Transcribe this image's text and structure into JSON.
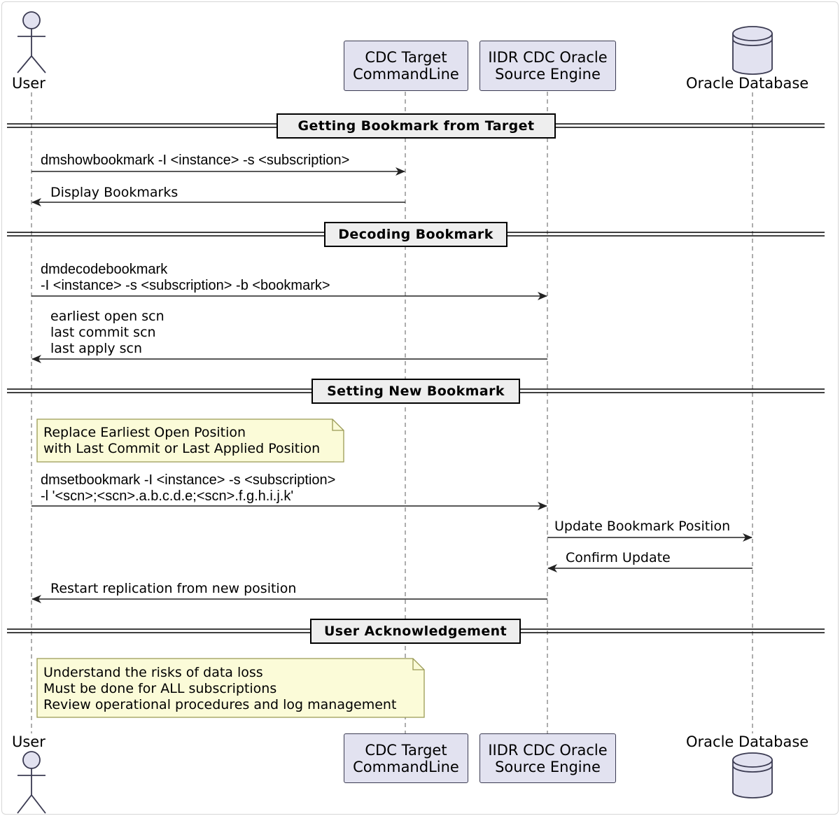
{
  "participants": {
    "user": "User",
    "target": "CDC Target\nCommandLine",
    "engine": "IIDR CDC Oracle\nSource Engine",
    "database": "Oracle Database"
  },
  "dividers": [
    "Getting Bookmark from Target",
    "Decoding Bookmark",
    "Setting New Bookmark",
    "User Acknowledgement"
  ],
  "messages": [
    "dmshowbookmark -I <instance> -s <subscription>",
    "Display Bookmarks",
    "dmdecodebookmark\n-I <instance> -s <subscription> -b <bookmark>",
    "earliest open scn\nlast commit scn\nlast apply scn",
    "dmsetbookmark -I <instance> -s <subscription>\n-l '<scn>;<scn>.a.b.c.d.e;<scn>.f.g.h.i.j.k'",
    "Update Bookmark Position",
    "Confirm Update",
    "Restart replication from new position"
  ],
  "notes": [
    "Replace Earliest Open Position\nwith Last Commit or Last Applied Position",
    "Understand the risks of data loss\nMust be done for ALL subscriptions\nReview operational procedures and log management"
  ],
  "colors": {
    "participant_fill": "#e2e2f0",
    "participant_border": "#3b3b52",
    "note_fill": "#fbfbd8",
    "note_border": "#9a9a55",
    "divider_fill": "#eeeeee"
  }
}
